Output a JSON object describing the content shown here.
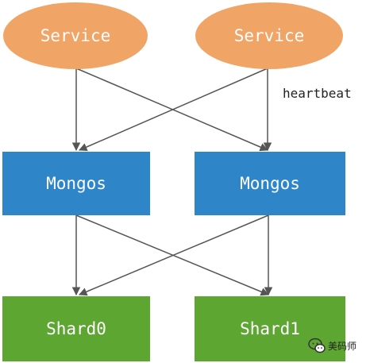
{
  "nodes": {
    "service_left": "Service",
    "service_right": "Service",
    "mongos_left": "Mongos",
    "mongos_right": "Mongos",
    "shard_left": "Shard0",
    "shard_right": "Shard1"
  },
  "edge_label": "heartbeat",
  "watermark": {
    "text": "美码师",
    "icon": "chat-bubbles-icon"
  },
  "colors": {
    "service": "#f0a466",
    "mongos": "#2e86c8",
    "shard": "#5da632",
    "edge": "#555555"
  }
}
